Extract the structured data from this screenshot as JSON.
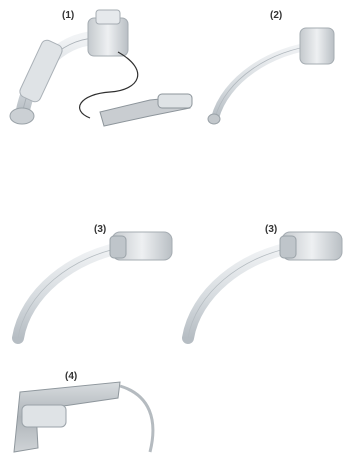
{
  "labels": {
    "item_1": "(1)",
    "item_2": "(2)",
    "item_3a": "(3)",
    "item_3b": "(3)",
    "item_4": "(4)"
  },
  "colors": {
    "tube": "#d9dee2",
    "tube_edge": "#b9c0c6",
    "connector": "#cfd3d6",
    "cuff_line": "#2f2f2f",
    "balloon": "#c9cdd1",
    "ties": "#bfc4c8"
  }
}
